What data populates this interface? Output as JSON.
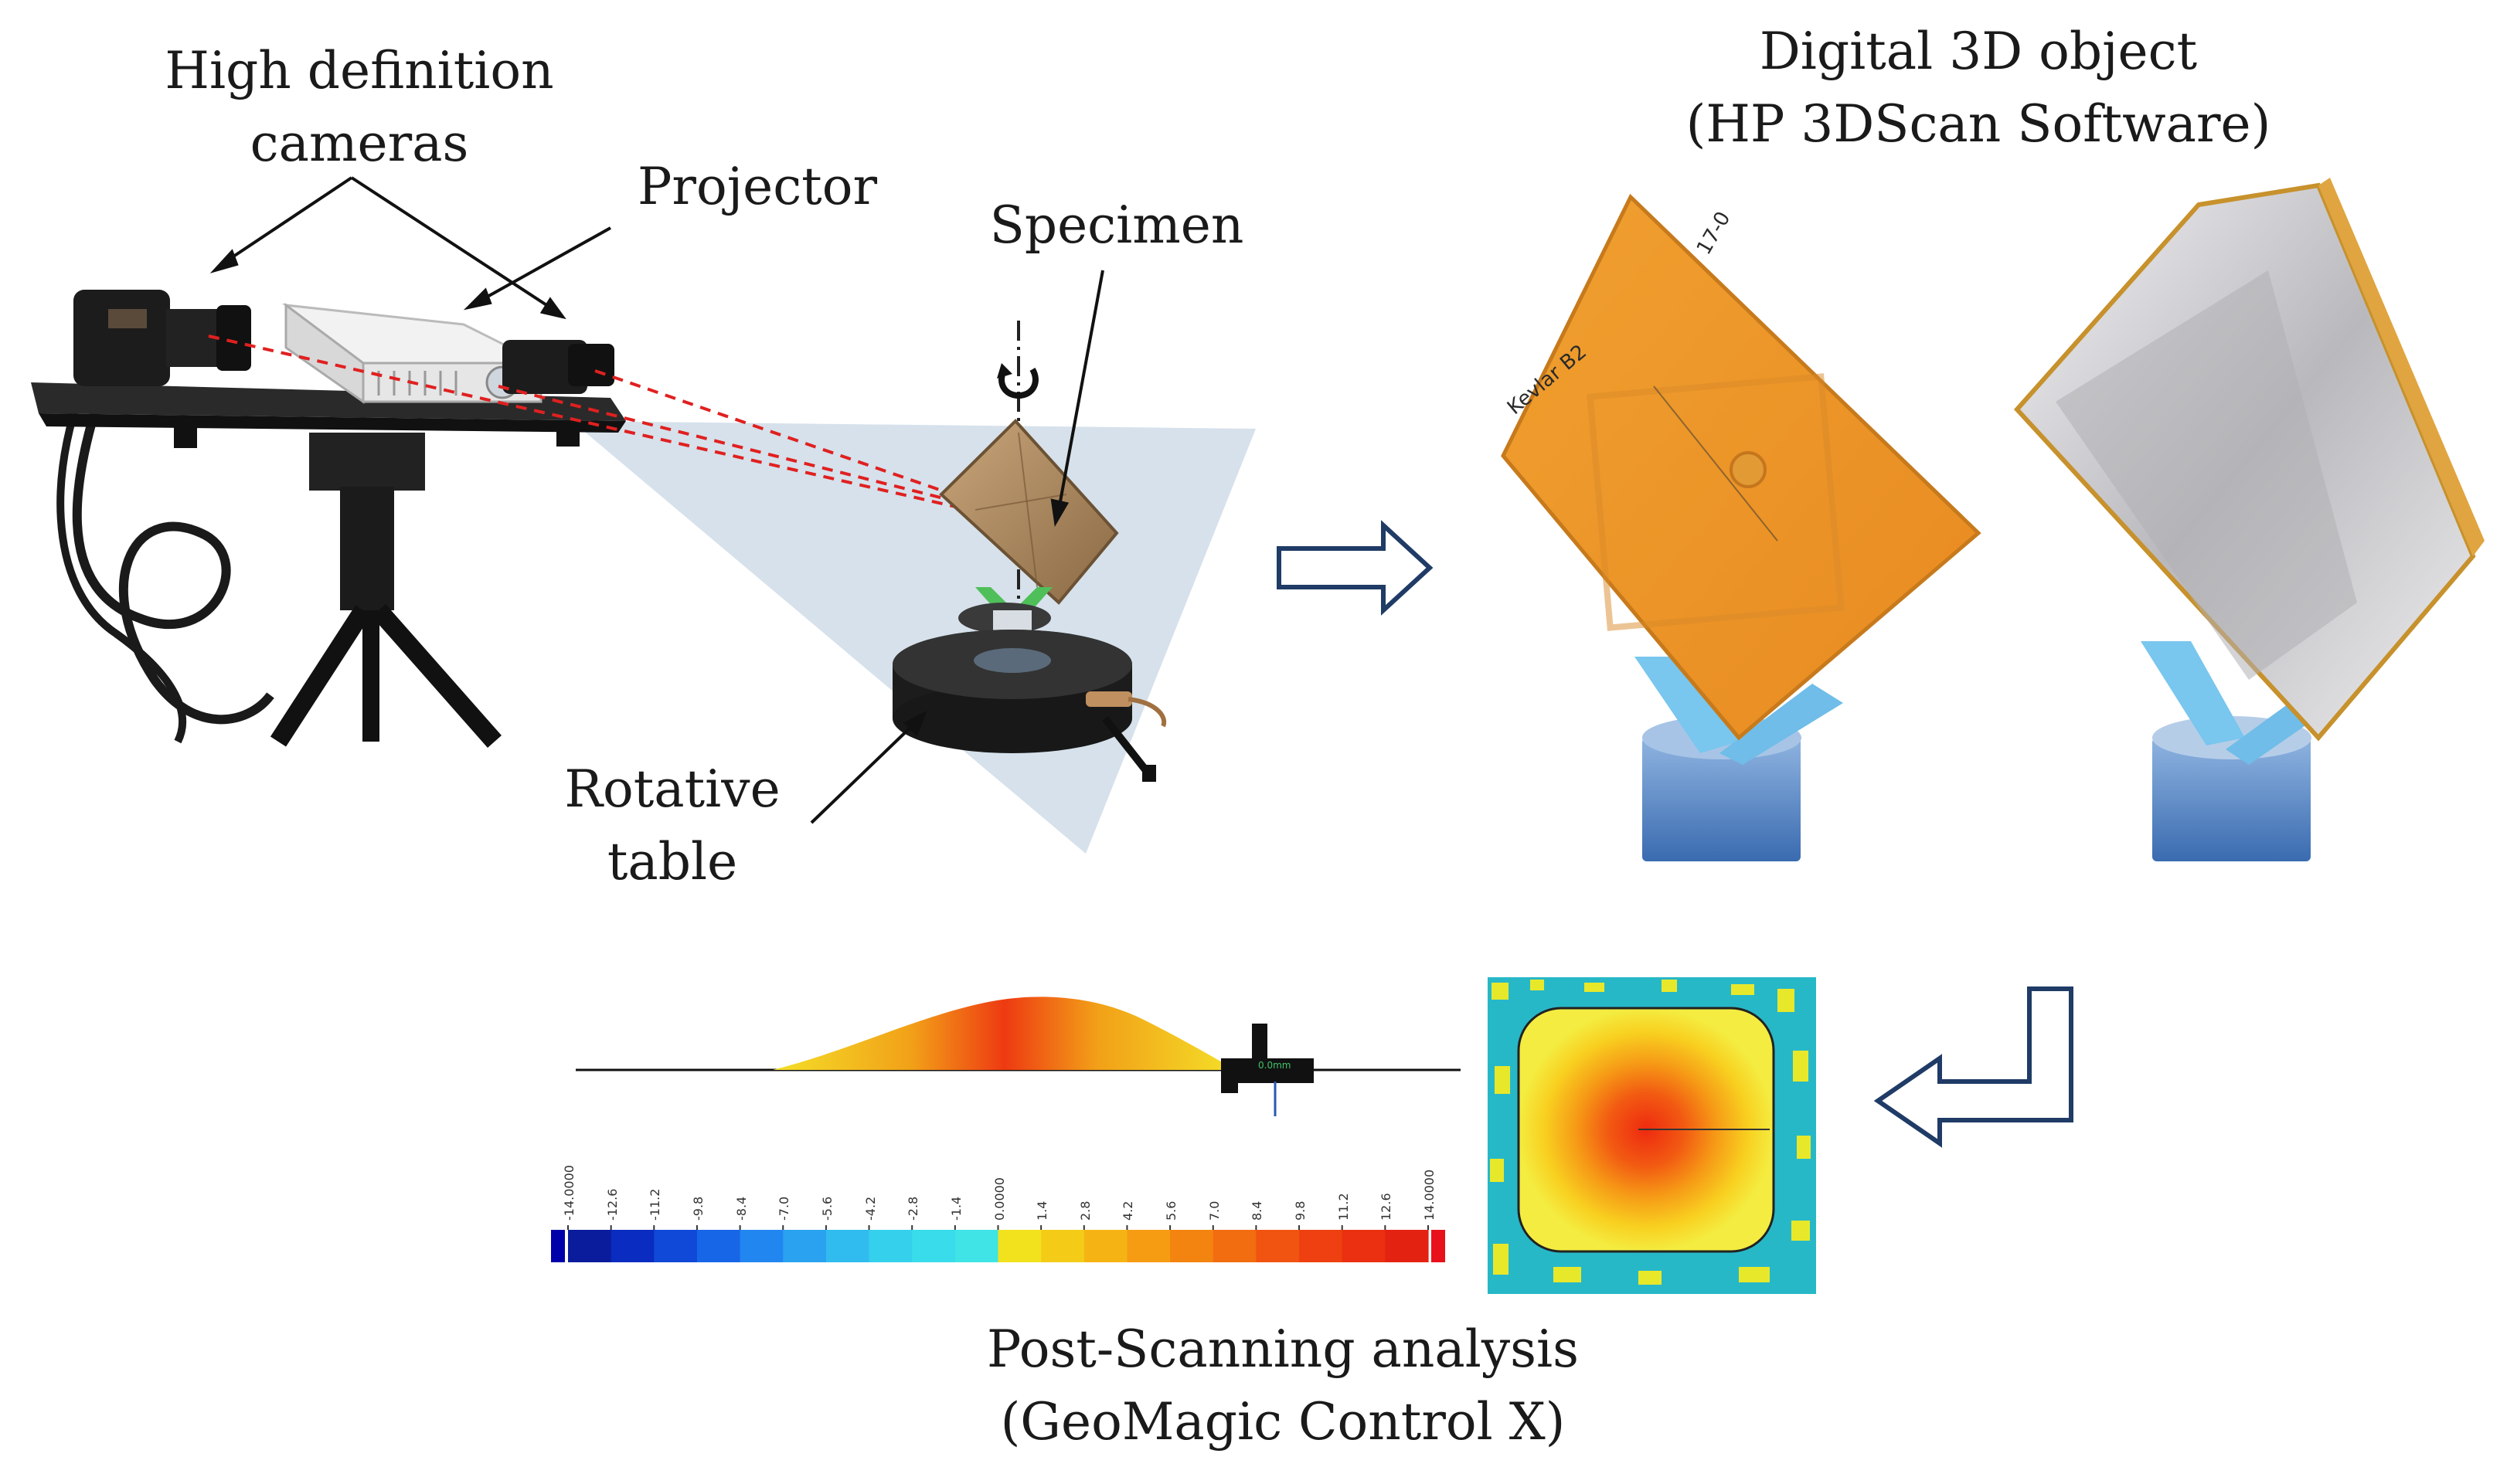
{
  "labels": {
    "cameras_line1": "High definition",
    "cameras_line2": "cameras",
    "projector": "Projector",
    "specimen": "Specimen",
    "rotative_line1": "Rotative",
    "rotative_line2": "table",
    "digital_line1": "Digital 3D object",
    "digital_line2": "(HP 3DScan Software)",
    "post_line1": "Post-Scanning analysis",
    "post_line2": "(GeoMagic Control X)"
  },
  "specimen_marks": {
    "front_text": "Kevlar B2",
    "corner_text": "17-0"
  },
  "profile_tag": "0.0mm",
  "colorbar": {
    "ticks": [
      "-14.0000",
      "-12.6",
      "-11.2",
      "-9.8",
      "-8.4",
      "-7.0",
      "-5.6",
      "-4.2",
      "-2.8",
      "-1.4",
      "0.0000",
      "1.4",
      "2.8",
      "4.2",
      "5.6",
      "7.0",
      "8.4",
      "9.8",
      "11.2",
      "12.6",
      "14.0000"
    ],
    "colors": [
      "#0a1c9c",
      "#0a2cc0",
      "#1048d8",
      "#1866e8",
      "#2286f0",
      "#2aa2f0",
      "#30bcee",
      "#34d0ec",
      "#38dcea",
      "#40e4e6",
      "#f2e21e",
      "#f4cc18",
      "#f6b414",
      "#f69c12",
      "#f48410",
      "#f26c10",
      "#f05410",
      "#ee4010",
      "#ea3010",
      "#e42212"
    ],
    "end_left": "#0000aa",
    "end_right": "#e8101a"
  }
}
